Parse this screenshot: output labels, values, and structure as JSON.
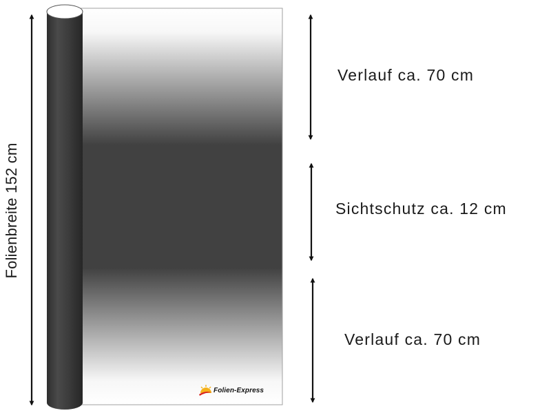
{
  "film_width_label": "Folienbreite  152 cm",
  "segments": [
    {
      "label": "Verlauf ca. 70 cm"
    },
    {
      "label": "Sichtschutz ca. 12 cm"
    },
    {
      "label": "Verlauf ca. 70 cm"
    }
  ],
  "logo": {
    "text": "Folien-Express"
  },
  "colors": {
    "film_dark": "#414141",
    "roll_dark": "#333333",
    "logo_sun": "#f5b21a",
    "logo_swoosh": "#d8231f"
  }
}
